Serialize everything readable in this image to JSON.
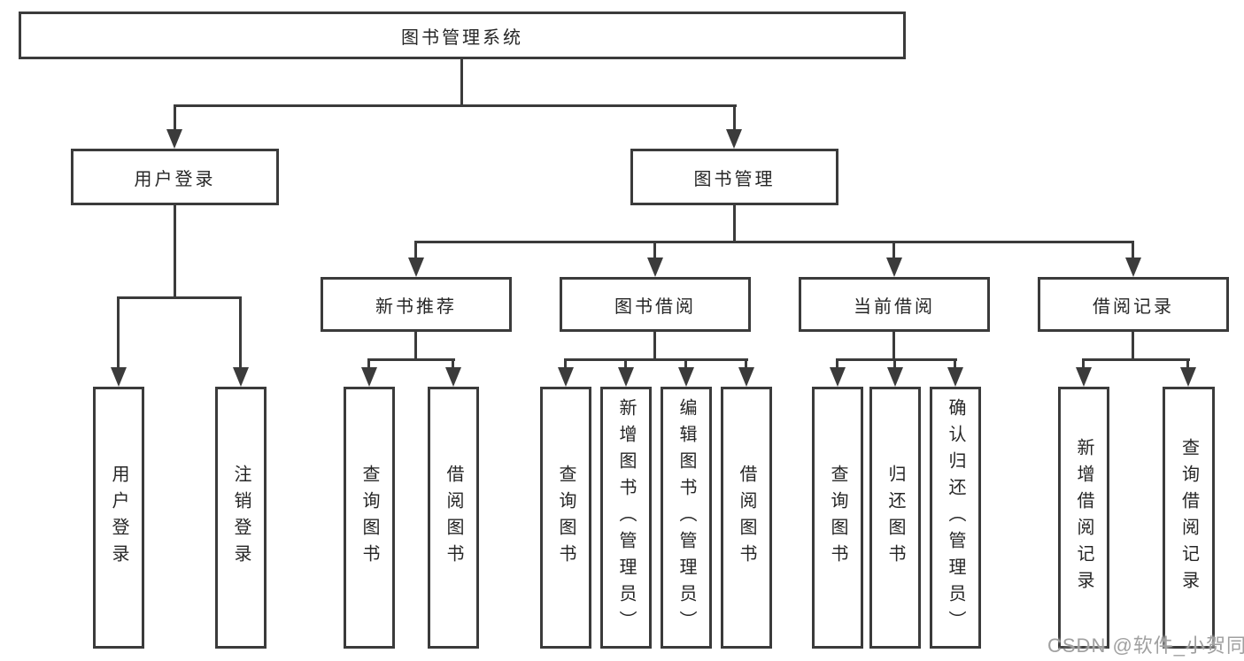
{
  "diagram_type": "hierarchy-chart",
  "colors": {
    "line": "#3b3b3b",
    "box_border": "#3b3b3b",
    "text": "#262626",
    "background": "#ffffff",
    "watermark": "#a0a0a0"
  },
  "tree": {
    "root": {
      "label": "图书管理系统",
      "children": [
        {
          "label": "用户登录",
          "children": [
            {
              "label": "用户登录"
            },
            {
              "label": "注销登录"
            }
          ]
        },
        {
          "label": "图书管理",
          "children": [
            {
              "label": "新书推荐",
              "children": [
                {
                  "label": "查询图书"
                },
                {
                  "label": "借阅图书"
                }
              ]
            },
            {
              "label": "图书借阅",
              "children": [
                {
                  "label": "查询图书"
                },
                {
                  "label": "新增图书（管理员）"
                },
                {
                  "label": "编辑图书（管理员）"
                },
                {
                  "label": "借阅图书"
                }
              ]
            },
            {
              "label": "当前借阅",
              "children": [
                {
                  "label": "查询图书"
                },
                {
                  "label": "归还图书"
                },
                {
                  "label": "确认归还（管理员）"
                }
              ]
            },
            {
              "label": "借阅记录",
              "children": [
                {
                  "label": "新增借阅记录"
                },
                {
                  "label": "查询借阅记录"
                }
              ]
            }
          ]
        }
      ]
    }
  },
  "watermark": {
    "text": "CSDN @软件_小贺同学"
  }
}
